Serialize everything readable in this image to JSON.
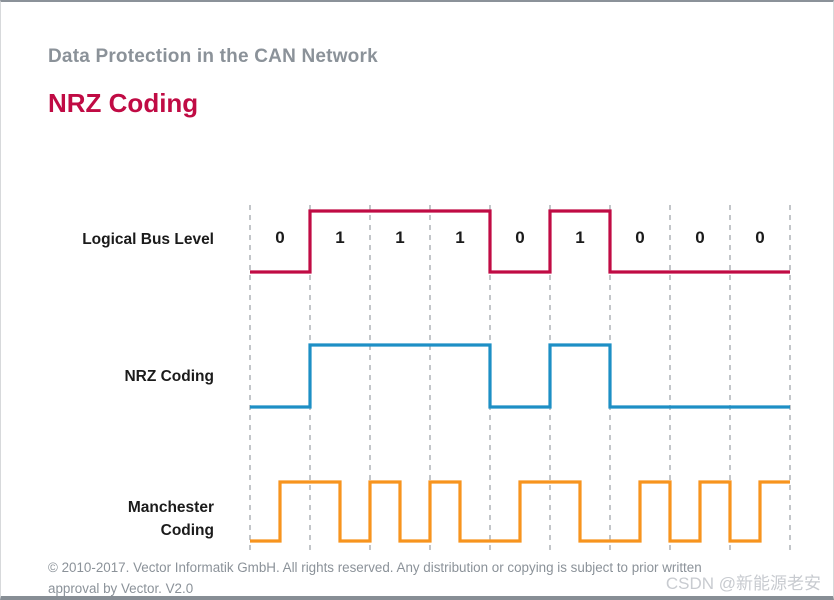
{
  "header": {
    "subtitle": "Data Protection in the CAN Network",
    "title": "NRZ Coding"
  },
  "diagram": {
    "bits": [
      "0",
      "1",
      "1",
      "1",
      "0",
      "1",
      "0",
      "0",
      "0"
    ],
    "bit_values": [
      0,
      1,
      1,
      1,
      0,
      1,
      0,
      0,
      0
    ],
    "rows": [
      {
        "label": "Logical Bus Level",
        "encoding": "logical",
        "color": "#c00b44"
      },
      {
        "label": "NRZ Coding",
        "encoding": "nrz",
        "color": "#1d8fc5"
      },
      {
        "label": "Manchester\nCoding",
        "encoding": "manchester",
        "color": "#f7941e"
      }
    ],
    "grid_color": "#b4b8bc"
  },
  "chart_data": {
    "type": "line",
    "title": "NRZ Coding (Data Protection in the CAN Network)",
    "x_bits": [
      "0",
      "1",
      "1",
      "1",
      "0",
      "1",
      "0",
      "0",
      "0"
    ],
    "series": [
      {
        "name": "Logical Bus Level",
        "levels_per_bit": [
          0,
          1,
          1,
          1,
          0,
          1,
          0,
          0,
          0
        ],
        "color": "#c00b44"
      },
      {
        "name": "NRZ Coding",
        "levels_per_bit": [
          0,
          1,
          1,
          1,
          0,
          1,
          0,
          0,
          0
        ],
        "color": "#1d8fc5"
      },
      {
        "name": "Manchester Coding",
        "levels_per_half_bit": [
          0,
          1,
          1,
          0,
          1,
          0,
          1,
          0,
          0,
          1,
          1,
          0,
          0,
          1,
          0,
          1,
          0,
          1
        ],
        "color": "#f7941e"
      }
    ],
    "legend_position": "left-labels",
    "grid": "vertical-dashed-bit-boundaries"
  },
  "footer": {
    "line1": "© 2010-2017. Vector Informatik GmbH. All rights reserved. Any distribution or copying is subject to prior written",
    "line2": "approval by Vector. V2.0"
  },
  "watermark": "CSDN @新能源老安",
  "colors": {
    "subtitle_gray": "#8b9299",
    "accent_red": "#c00b44",
    "nrz_blue": "#1d8fc5",
    "manchester_orange": "#f7941e",
    "grid_gray": "#b4b8bc",
    "label_black": "#1b1b1b",
    "footer_gray": "#8b9299",
    "watermark_gray": "#c8cbd0",
    "border_gray": "#8b9299"
  }
}
